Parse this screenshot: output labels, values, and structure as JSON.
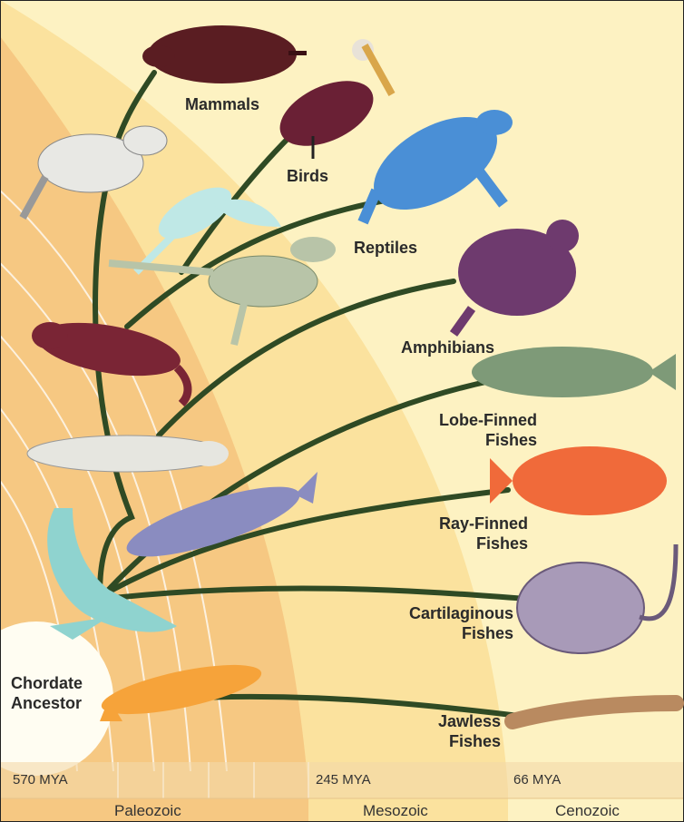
{
  "groups": {
    "mammals": "Mammals",
    "birds": "Birds",
    "reptiles": "Reptiles",
    "amphibians": "Amphibians",
    "lobe_finned_1": "Lobe-Finned",
    "lobe_finned_2": "Fishes",
    "ray_finned_1": "Ray-Finned",
    "ray_finned_2": "Fishes",
    "cartilaginous_1": "Cartilaginous",
    "cartilaginous_2": "Fishes",
    "jawless_1": "Jawless",
    "jawless_2": "Fishes",
    "ancestor_1": "Chordate",
    "ancestor_2": "Ancestor"
  },
  "timeline": {
    "t1": "570 MYA",
    "t2": "245 MYA",
    "t3": "66 MYA"
  },
  "eras": {
    "paleozoic": "Paleozoic",
    "mesozoic": "Mesozoic",
    "cenozoic": "Cenozoic"
  },
  "colors": {
    "branch": "#2f4a24",
    "paleozoic_band": "#f6c882",
    "mesozoic_band": "#fbe29e",
    "cenozoic_band": "#fdf2c2"
  }
}
